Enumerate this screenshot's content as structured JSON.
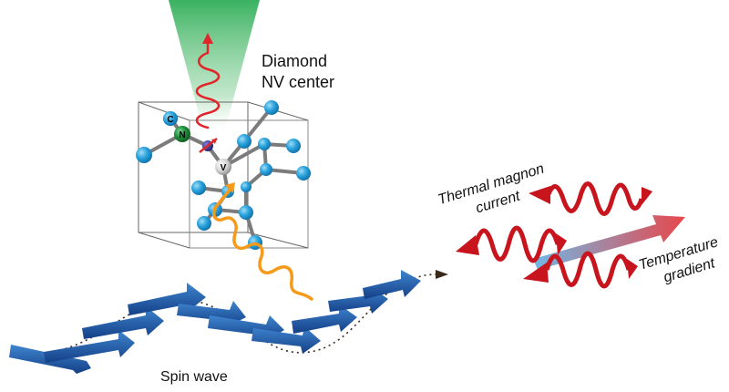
{
  "labels": {
    "nv_line1": "Diamond",
    "nv_line2": "NV center",
    "magnon_line1": "Thermal magnon",
    "magnon_line2": "current",
    "temp_line1": "Temperature",
    "temp_line2": "gradient",
    "spin_wave": "Spin wave"
  },
  "atoms": {
    "carbon": "C",
    "nitrogen": "N",
    "vacancy": "V"
  },
  "colors": {
    "laser_green": "#27b34a",
    "microwave_red": "#e1262b",
    "excitation_orange": "#f59a1b",
    "carbon_blue": "#2aa3dc",
    "nitrogen_green": "#1f8f3a",
    "spin_arrow_blue": "#1f5fae",
    "magnon_red": "#c8141c",
    "gradient_start": "#6fb8e6",
    "gradient_end": "#e8474b"
  },
  "icons": {
    "nv_spin": "red-spin-arrow",
    "microwave": "red-wavy-arrow",
    "excitation": "orange-wavy-arrow",
    "temperature_gradient": "blue-to-red-arrow"
  }
}
